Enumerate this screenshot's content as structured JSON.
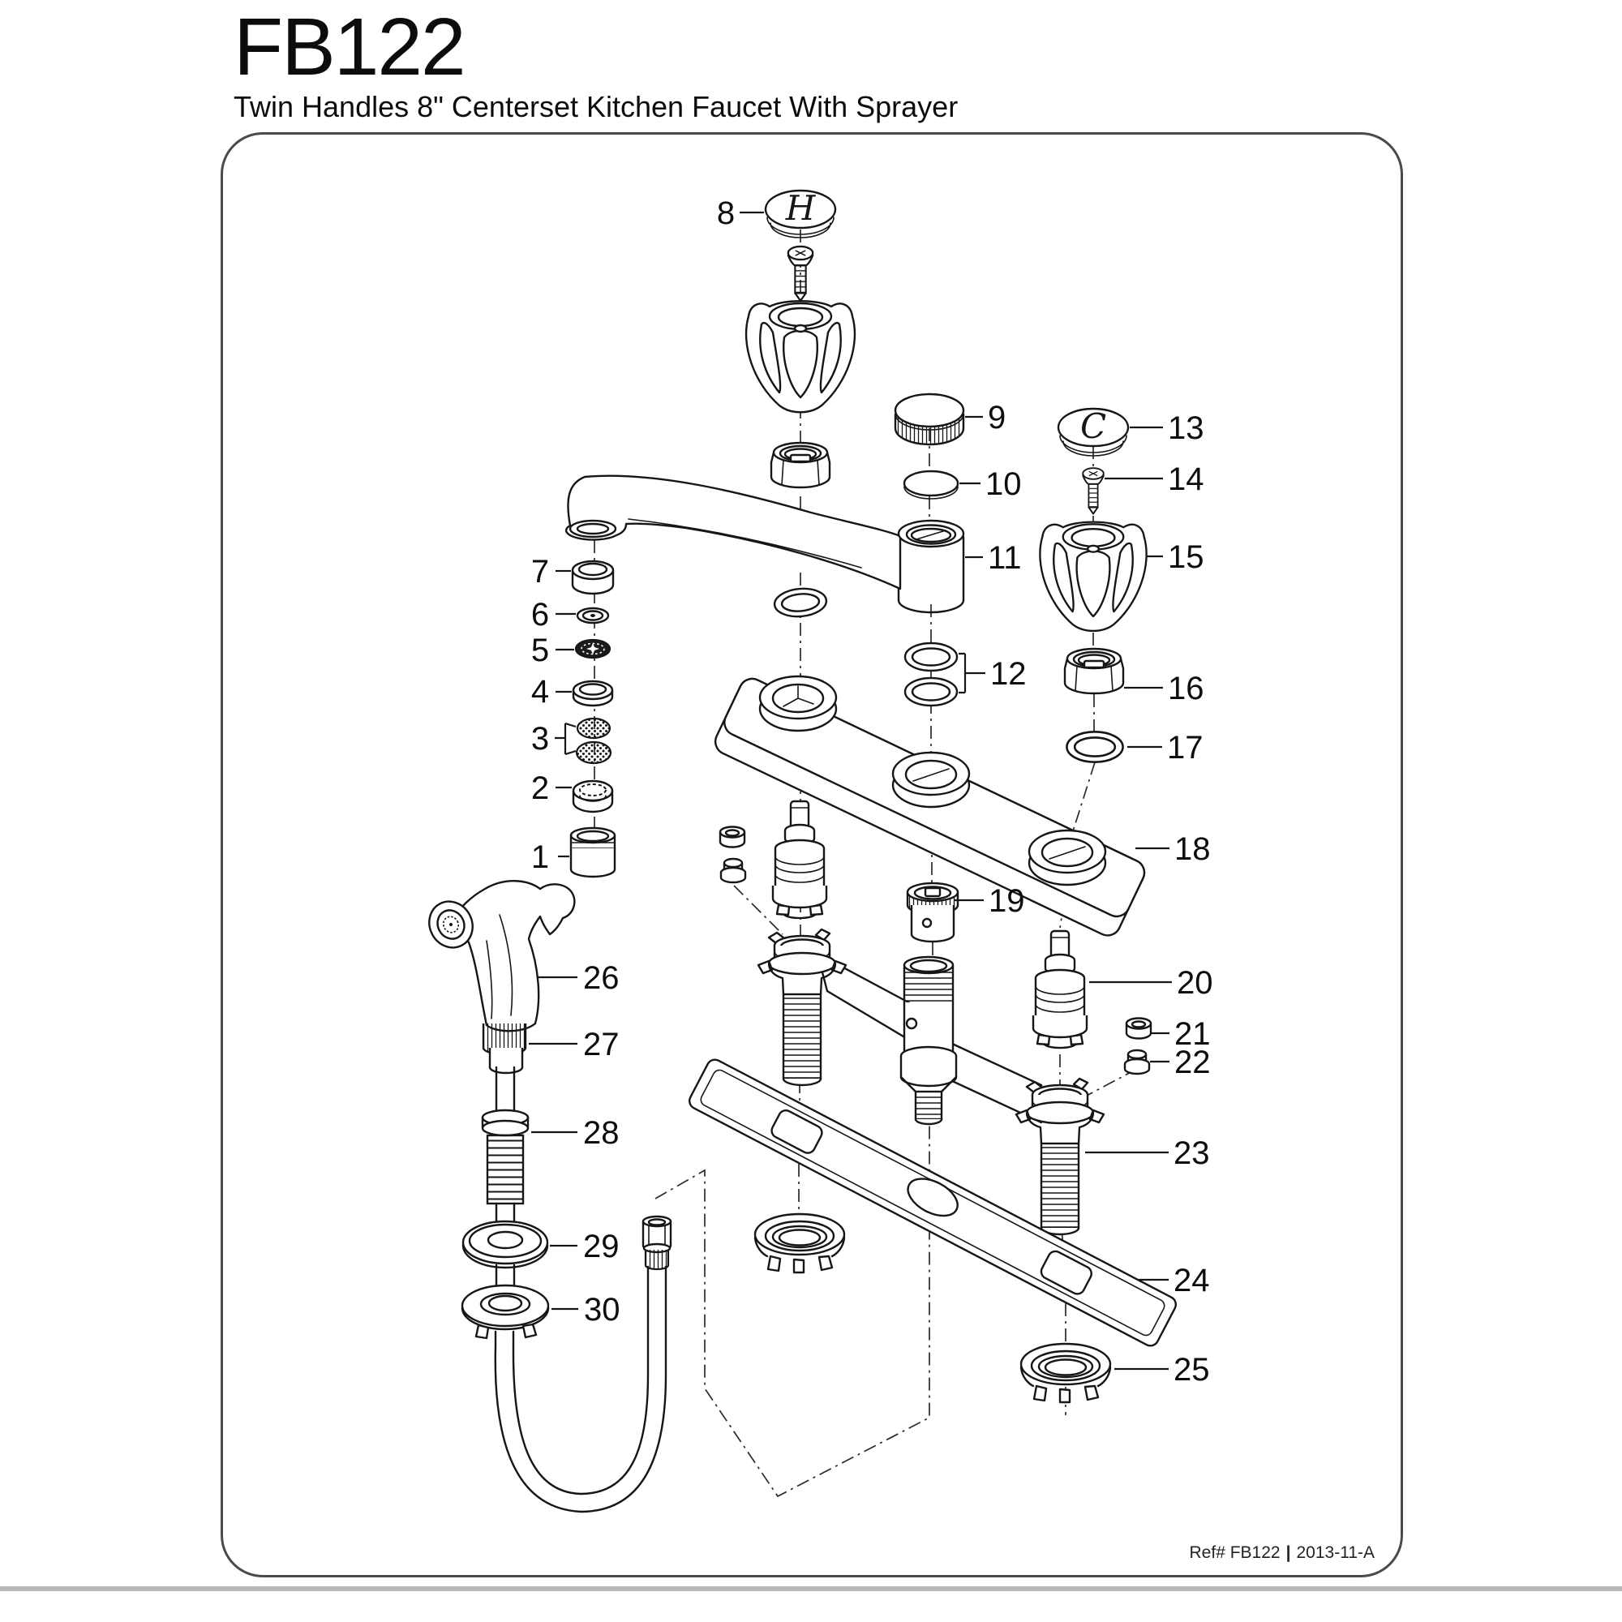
{
  "page": {
    "title": "FB122",
    "subtitle": "Twin Handles 8\" Centerset Kitchen Faucet With Sprayer",
    "footer_ref": "Ref# FB122",
    "footer_divider": "|",
    "footer_rev": "2013-11-A"
  },
  "caps": {
    "hot_letter": "H",
    "cold_letter": "C"
  },
  "parts": [
    "1",
    "2",
    "3",
    "4",
    "5",
    "6",
    "7",
    "8",
    "9",
    "10",
    "11",
    "12",
    "13",
    "14",
    "15",
    "16",
    "17",
    "18",
    "19",
    "20",
    "21",
    "22",
    "23",
    "24",
    "25",
    "26",
    "27",
    "28",
    "29",
    "30"
  ]
}
